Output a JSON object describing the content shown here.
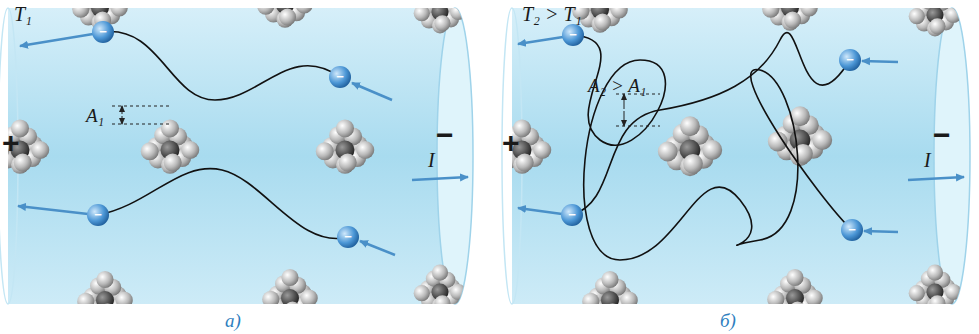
{
  "diagram": {
    "labels": [
      "T₁",
      "A₁",
      "+",
      "−",
      "I",
      "а)",
      "−",
      "−",
      "−",
      "−",
      "T₂ > T₁",
      "A₂ > A₁",
      "+",
      "−",
      "I",
      "б)",
      "−",
      "−",
      "−",
      "−"
    ]
  }
}
